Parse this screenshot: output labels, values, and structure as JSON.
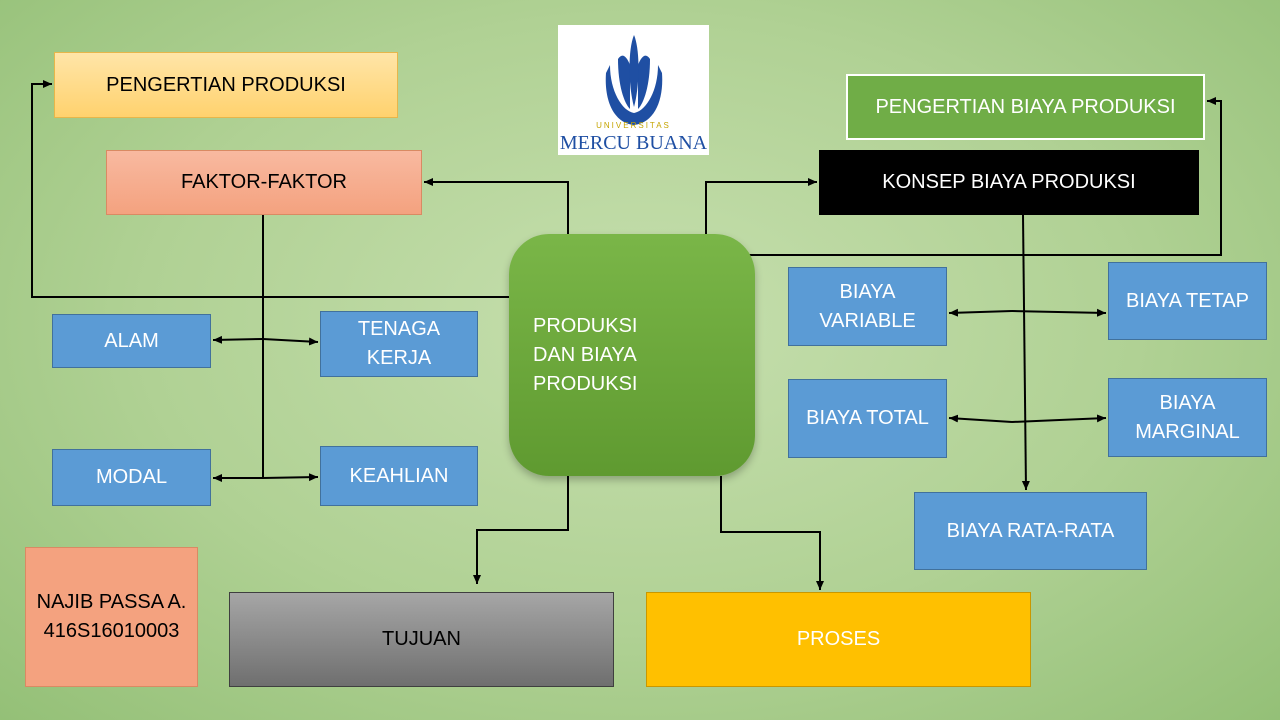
{
  "diagram": {
    "pengertian_produksi": "PENGERTIAN PRODUKSI",
    "faktor_faktor": "FAKTOR-FAKTOR",
    "pengertian_biaya_produksi": "PENGERTIAN BIAYA PRODUKSI",
    "konsep_biaya_produksi": "KONSEP BIAYA PRODUKSI",
    "center": "PRODUKSI\nDAN BIAYA\nPRODUKSI",
    "alam": "ALAM",
    "tenaga_kerja": "TENAGA\nKERJA",
    "modal": "MODAL",
    "keahlian": "KEAHLIAN",
    "biaya_variable": "BIAYA\nVARIABLE",
    "biaya_tetap": "BIAYA TETAP",
    "biaya_total": "BIAYA TOTAL",
    "biaya_marginal": "BIAYA\nMARGINAL",
    "biaya_rata_rata": "BIAYA RATA-RATA",
    "tujuan": "TUJUAN",
    "proses": "PROSES",
    "author": "NAJIB PASSA A.\n416S16010003"
  },
  "logo": {
    "universitas": "UNIVERSITAS",
    "name": "MERCU BUANA",
    "icon": "mercu-buana-logo"
  },
  "colors": {
    "background": "#b0d194",
    "blue_box": "#5b9bd5",
    "green_center": "#70ad47",
    "proses": "#ffc000",
    "orange_box": "#f4a27f"
  }
}
